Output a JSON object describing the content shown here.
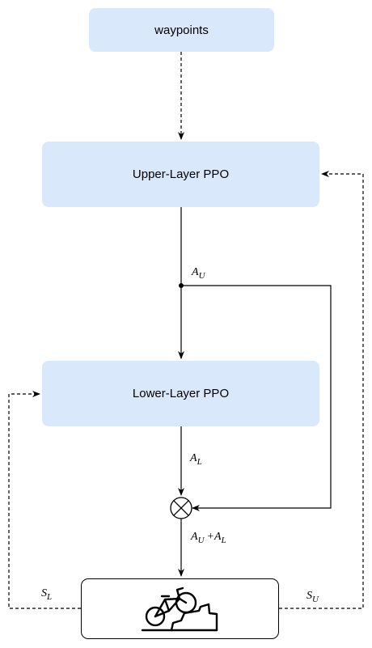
{
  "nodes": {
    "waypoints": "waypoints",
    "upper": "Upper-Layer PPO",
    "lower": "Lower-Layer PPO"
  },
  "labels": {
    "au_main": "A",
    "au_main_sub": "U",
    "al": "A",
    "al_sub": "L",
    "sum_a1": "A",
    "sum_a1_sub": "U",
    "sum_plus": "+A",
    "sum_a2_sub": "L",
    "sl": "S",
    "sl_sub": "L",
    "su": "S",
    "su_sub": "U"
  },
  "icons": {
    "environment": "bicycle-terrain-icon",
    "combiner": "circle-cross-icon"
  },
  "colors": {
    "box_fill": "#dae8fc",
    "stroke": "#000000"
  }
}
